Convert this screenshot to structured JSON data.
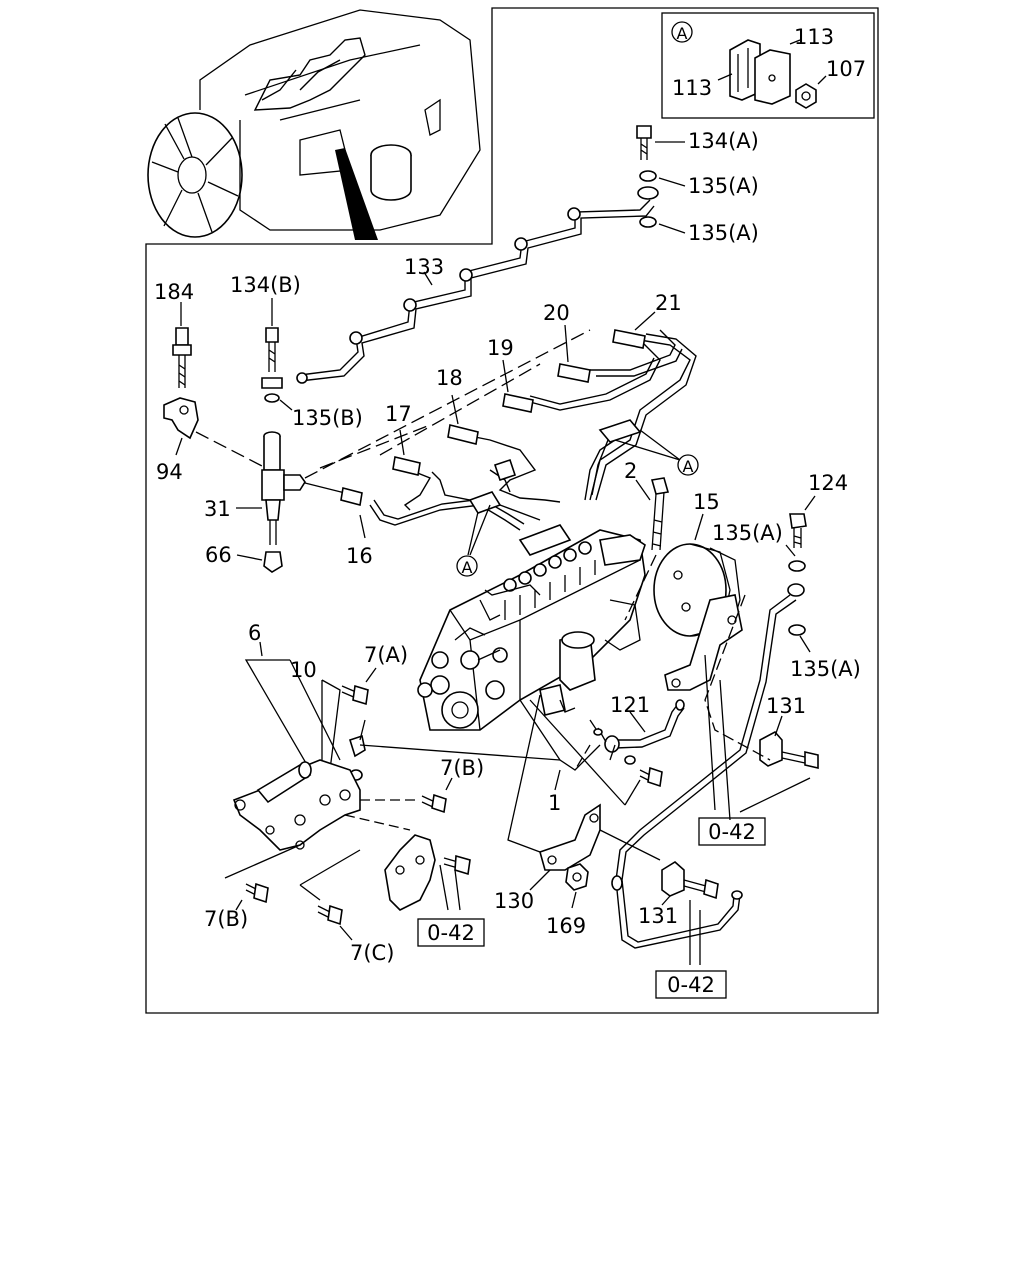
{
  "labels": {
    "l_184": "184",
    "l_134b": "134(B)",
    "l_133": "133",
    "l_134a": "134(A)",
    "l_135a_1": "135(A)",
    "l_135a_2": "135(A)",
    "l_135b": "135(B)",
    "l_94": "94",
    "l_31": "31",
    "l_66": "66",
    "l_16": "16",
    "l_17": "17",
    "l_18": "18",
    "l_19": "19",
    "l_20": "20",
    "l_21": "21",
    "l_2": "2",
    "l_15": "15",
    "l_124": "124",
    "l_135a_3": "135(A)",
    "l_135a_4": "135(A)",
    "l_6": "6",
    "l_10": "10",
    "l_7a": "7(A)",
    "l_121": "121",
    "l_131_1": "131",
    "l_7b_1": "7(B)",
    "l_1": "1",
    "l_130": "130",
    "l_169": "169",
    "l_131_2": "131",
    "l_7b_2": "7(B)",
    "l_7c": "7(C)",
    "inset_113_1": "113",
    "inset_113_2": "113",
    "inset_107": "107",
    "inset_marker": "A",
    "marker_a_1": "A",
    "marker_a_2": "A"
  },
  "refs": {
    "ref_1": "0-42",
    "ref_2": "0-42",
    "ref_3": "0-42"
  }
}
